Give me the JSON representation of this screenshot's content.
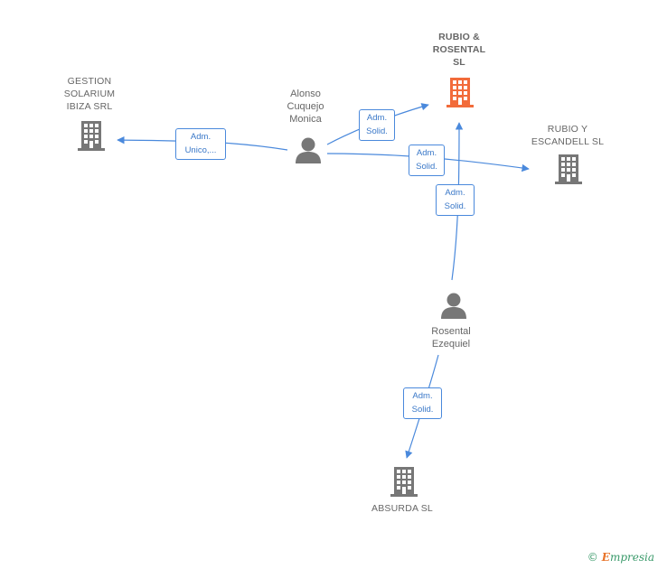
{
  "colors": {
    "edge": "#4a89dc",
    "node_gray": "#777777",
    "node_highlight": "#f26b3a"
  },
  "nodes": {
    "rubio_rosental": {
      "label": "RUBIO &\nROSENTAL\nSL",
      "icon": "building-icon",
      "highlight": true
    },
    "gestion_solarium": {
      "label": "GESTION\nSOLARIUM\nIBIZA SRL",
      "icon": "building-icon"
    },
    "rubio_escandell": {
      "label": "RUBIO Y\nESCANDELL SL",
      "icon": "building-icon"
    },
    "absurda": {
      "label": "ABSURDA  SL",
      "icon": "building-icon"
    },
    "alonso": {
      "label": "Alonso\nCuquejo\nMonica",
      "icon": "person-icon"
    },
    "rosental": {
      "label": "Rosental\nEzequiel",
      "icon": "person-icon"
    }
  },
  "edges": {
    "alonso_gestion": {
      "label": "Adm.\nUnico,..."
    },
    "alonso_rubio_rosental": {
      "label": "Adm.\nSolid."
    },
    "alonso_rubio_escandell": {
      "label": "Adm.\nSolid."
    },
    "rosental_rubio_rosental": {
      "label": "Adm.\nSolid."
    },
    "rosental_absurda": {
      "label": "Adm.\nSolid."
    }
  },
  "watermark": {
    "copyright": "©",
    "brand_first": "E",
    "brand_rest": "mpresia"
  }
}
